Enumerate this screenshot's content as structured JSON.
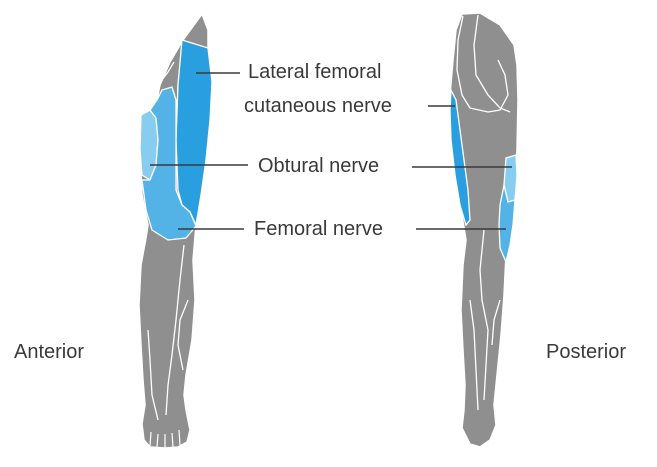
{
  "labels": {
    "lateral_femoral_line1": "Lateral femoral",
    "lateral_femoral_line2": "cutaneous nerve",
    "obturator": "Obtural nerve",
    "femoral": "Femoral nerve",
    "anterior": "Anterior",
    "posterior": "Posterior"
  },
  "colors": {
    "leg": "#8f8f8f",
    "outline": "#ffffff",
    "lateral_femoral": "#2a9fdf",
    "obturator": "#86cdf0",
    "femoral": "#53b3e6",
    "leader_line": "#3a3a3a",
    "text": "#3a3a3a"
  }
}
